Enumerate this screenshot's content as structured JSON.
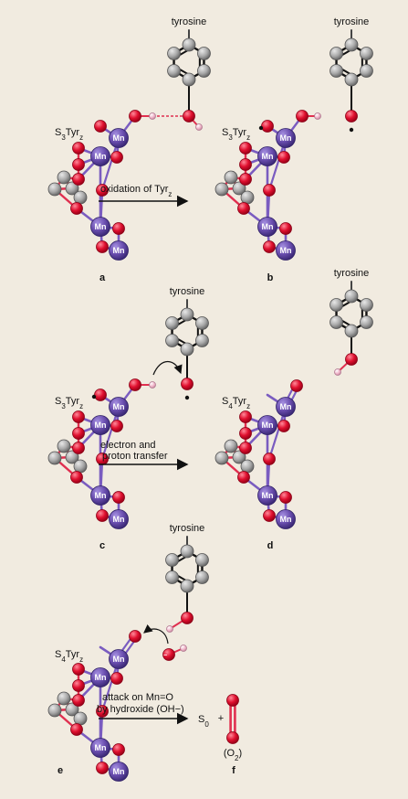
{
  "labels": {
    "tyrosine": "tyrosine",
    "tyrz_prefix": "S",
    "state3": "3",
    "state4": "4",
    "tyr": "Tyr",
    "z": "z",
    "mn": "Mn",
    "step1": "oxidation of Tyr",
    "step2_line1": "electron and",
    "step2_line2": "proton transfer",
    "step3_line1": "attack on Mn=O",
    "step3_line2": "by hydroxide (OH−)",
    "s0": "S",
    "s0_sub": "0",
    "plus": "+",
    "o2_open": "(O",
    "o2_sub": "2",
    "o2_close": ")",
    "panels": [
      "a",
      "b",
      "c",
      "d",
      "e",
      "f"
    ]
  },
  "colors": {
    "background": "#f1ebe0",
    "oxygen": "#d8102f",
    "manganese": "#6b4fb0",
    "carbon": "#a8a8a8",
    "hydrogen": "#f2b8cc",
    "bond_mn": "#7a5cc0",
    "bond_o": "#e03050"
  }
}
